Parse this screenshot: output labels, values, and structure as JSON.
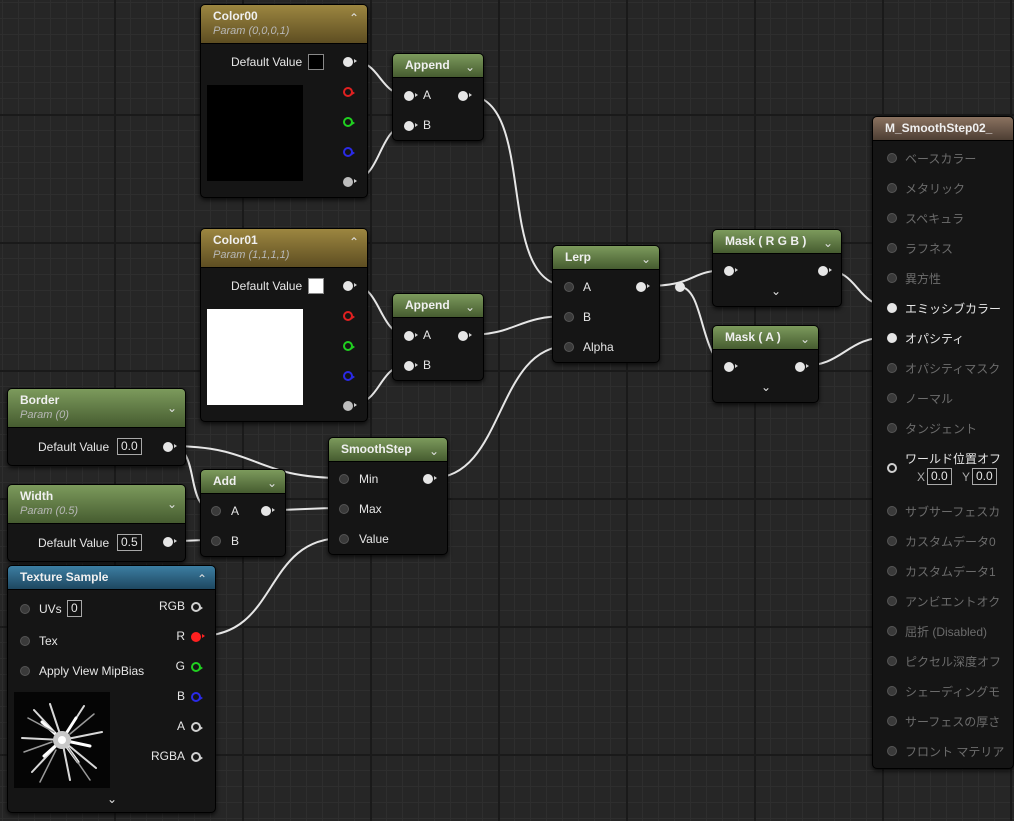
{
  "colors": {
    "canvas": "#262626",
    "wire": "#e6e6e6",
    "param_header": "#9c8640",
    "expr_header": "#7c9a5c",
    "texture_header": "#3c7ea2",
    "material_header": "#8a7260",
    "red_channel": "#e02020",
    "green_channel": "#20d020",
    "blue_channel": "#2a2ae6"
  },
  "nodes": {
    "color00": {
      "title": "Color00",
      "subtitle": "Param (0,0,0,1)",
      "default_label": "Default Value",
      "swatch_color": "#000000",
      "preview_color": "#000000"
    },
    "color01": {
      "title": "Color01",
      "subtitle": "Param (1,1,1,1)",
      "default_label": "Default Value",
      "swatch_color": "#ffffff",
      "preview_color": "#ffffff"
    },
    "append1": {
      "title": "Append",
      "pin_a": "A",
      "pin_b": "B"
    },
    "append2": {
      "title": "Append",
      "pin_a": "A",
      "pin_b": "B"
    },
    "lerp": {
      "title": "Lerp",
      "pin_a": "A",
      "pin_b": "B",
      "pin_alpha": "Alpha"
    },
    "mask_rgb": {
      "title": "Mask ( R G B )"
    },
    "mask_a": {
      "title": "Mask ( A )"
    },
    "border": {
      "title": "Border",
      "subtitle": "Param (0)",
      "default_label": "Default Value",
      "value": "0.0"
    },
    "width": {
      "title": "Width",
      "subtitle": "Param (0.5)",
      "default_label": "Default Value",
      "value": "0.5"
    },
    "add": {
      "title": "Add",
      "pin_a": "A",
      "pin_b": "B"
    },
    "smoothstep": {
      "title": "SmoothStep",
      "pin_min": "Min",
      "pin_max": "Max",
      "pin_value": "Value"
    },
    "texture": {
      "title": "Texture Sample",
      "uvs_label": "UVs",
      "uvs_value": "0",
      "tex_label": "Tex",
      "mip_label": "Apply View MipBias",
      "out_rgb": "RGB",
      "out_r": "R",
      "out_g": "G",
      "out_b": "B",
      "out_a": "A",
      "out_rgba": "RGBA"
    },
    "material": {
      "title": "M_SmoothStep02_",
      "inputs": [
        "ベースカラー",
        "メタリック",
        "スペキュラ",
        "ラフネス",
        "異方性",
        "エミッシブカラー",
        "オパシティ",
        "オパシティマスク",
        "ノーマル",
        "タンジェント",
        "ワールド位置オフ",
        "サブサーフェスカ",
        "カスタムデータ0",
        "カスタムデータ1",
        "アンビエントオク",
        "屈折 (Disabled)",
        "ピクセル深度オフ",
        "シェーディングモ",
        "サーフェスの厚さ",
        "フロント マテリア"
      ],
      "wpo_x_label": "X",
      "wpo_x_value": "0.0",
      "wpo_y_label": "Y",
      "wpo_y_value": "0.0"
    }
  }
}
